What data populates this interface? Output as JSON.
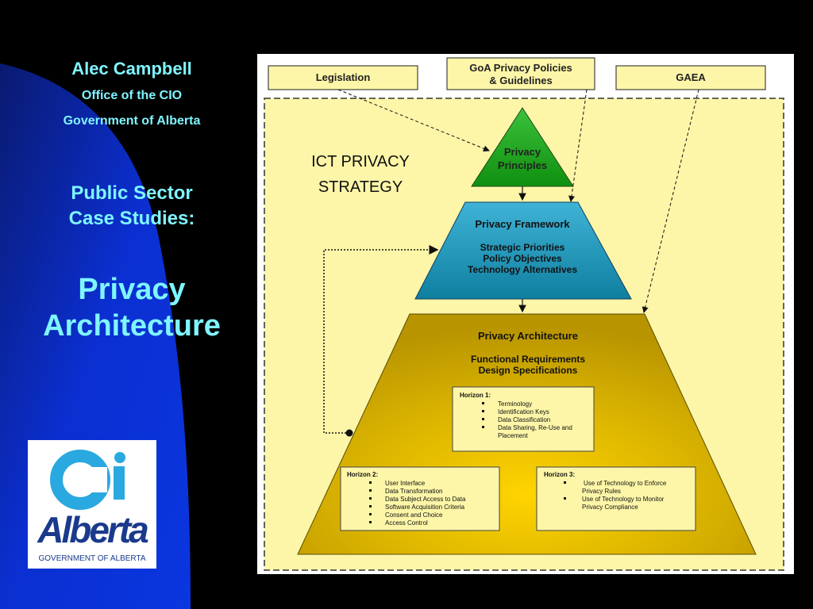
{
  "presenter": {
    "name": "Alec Campbell",
    "office": "Office of the CIO",
    "organization": "Government of Alberta"
  },
  "case_title": {
    "line1": "Public Sector",
    "line2": "Case Studies:"
  },
  "main_title": {
    "line1": "Privacy",
    "line2": "Architecture"
  },
  "logo": {
    "icon": "ci-logo-icon",
    "wordmark": "Alberta",
    "subtitle": "GOVERNMENT OF ALBERTA"
  },
  "colors": {
    "title_cyan": "#7ff5ff",
    "left_blue": "#0b2fd0",
    "outer_yellow": "#fdf6a8",
    "principles_green": "#1a9e1a",
    "framework_blue": "#1a8fae",
    "architecture_gold": "#c8a500"
  },
  "diagram": {
    "inputs": {
      "legislation": "Legislation",
      "goa_line1": "GoA Privacy Policies",
      "goa_line2": "& Guidelines",
      "gaea": "GAEA"
    },
    "strategy_line1": "ICT PRIVACY",
    "strategy_line2": "STRATEGY",
    "principles_line1": "Privacy",
    "principles_line2": "Principles",
    "framework": {
      "title": "Privacy Framework",
      "items": [
        "Strategic Priorities",
        "Policy Objectives",
        "Technology Alternatives"
      ]
    },
    "architecture": {
      "title": "Privacy Architecture",
      "items": [
        "Functional Requirements",
        "Design Specifications"
      ]
    },
    "horizon1": {
      "title": "Horizon 1:",
      "items": [
        "Terminology",
        "Identification Keys",
        "Data Classification",
        "Data Sharing, Re-Use and",
        "Placement"
      ]
    },
    "horizon2": {
      "title": "Horizon 2:",
      "items": [
        "User Interface",
        "Data Transformation",
        "Data Subject Access to Data",
        "Software Acquisition Criteria",
        "Consent and Choice",
        "Access Control"
      ]
    },
    "horizon3": {
      "title": "Horizon 3:",
      "items": [
        "Use of Technology to Enforce",
        "Privacy Rules",
        "Use of Technology to Monitor",
        "Privacy Compliance"
      ]
    }
  }
}
